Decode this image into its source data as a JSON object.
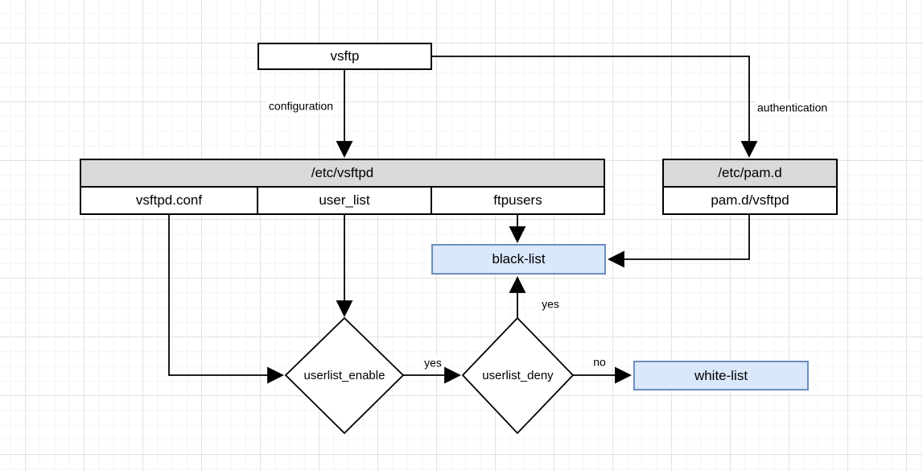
{
  "diagram": {
    "title_hint": "vsftp configuration and authentication flow",
    "nodes": {
      "vsftp": {
        "label": "vsftp"
      },
      "etc_vsftpd": {
        "header": "/etc/vsftpd",
        "cells": [
          "vsftpd.conf",
          "user_list",
          "ftpusers"
        ]
      },
      "etc_pamd": {
        "header": "/etc/pam.d",
        "cells": [
          "pam.d/vsftpd"
        ]
      },
      "black_list": {
        "label": "black-list"
      },
      "white_list": {
        "label": "white-list"
      },
      "userlist_enable": {
        "label": "userlist_enable"
      },
      "userlist_deny": {
        "label": "userlist_deny"
      }
    },
    "edge_labels": {
      "configuration": "configuration",
      "authentication": "authentication",
      "yes_enable_to_deny": "yes",
      "yes_deny_to_blacklist": "yes",
      "no_deny_to_whitelist": "no"
    },
    "colors": {
      "node_fill": "#ffffff",
      "node_stroke": "#000000",
      "table_header_fill": "#d9d9d9",
      "list_fill": "#dae8fc",
      "list_stroke": "#6c8ebf",
      "edge_stroke": "#000000"
    }
  }
}
